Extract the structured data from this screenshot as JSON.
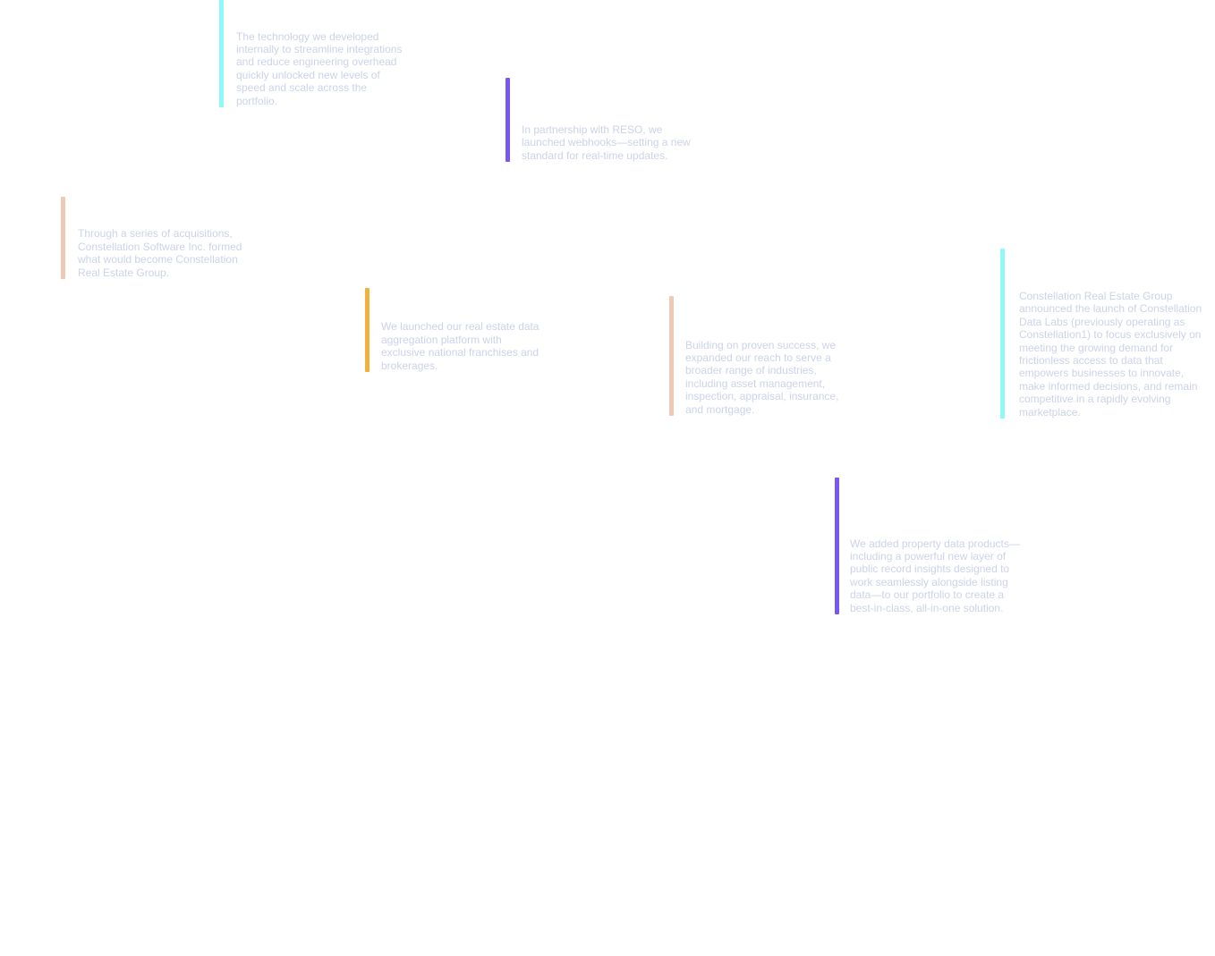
{
  "colors": {
    "text": "#ccd3ea",
    "cyan": "#8ff8fb",
    "violet": "#7b57f2",
    "peach": "#efc9b6",
    "amber": "#f0b23c"
  },
  "milestones": [
    {
      "text": "The technology we developed internally to streamline integrations and reduce engineering overhead quickly unlocked new levels of speed and scale across the portfolio.",
      "color": "#8ff8fb"
    },
    {
      "text": "In partnership with RESO, we launched webhooks—setting a new standard for real-time updates.",
      "color": "#7b57f2"
    },
    {
      "text": "Through a series of acquisitions, Constellation Software Inc. formed what would become Constellation Real Estate Group.",
      "color": "#efc9b6"
    },
    {
      "text": "We launched our real estate data aggregation platform with exclusive national franchises and brokerages.",
      "color": "#f0b23c"
    },
    {
      "text": "Building on proven success, we expanded our reach to serve a broader range of industries, including asset management, inspection, appraisal, insurance, and mortgage.",
      "color": "#efc9b6"
    },
    {
      "text": "Constellation Real Estate Group announced the launch of Constellation Data Labs (previously operating as Constellation1) to focus exclusively on meeting the growing demand for frictionless access to data that empowers businesses to innovate, make informed decisions, and remain competitive in a rapidly evolving marketplace.",
      "color": "#8ff8fb"
    },
    {
      "text": "We added property data products—including a powerful new layer of public record insights designed to work seamlessly alongside listing data—to our portfolio to create a best-in-class, all-in-one solution.",
      "color": "#7b57f2"
    }
  ]
}
